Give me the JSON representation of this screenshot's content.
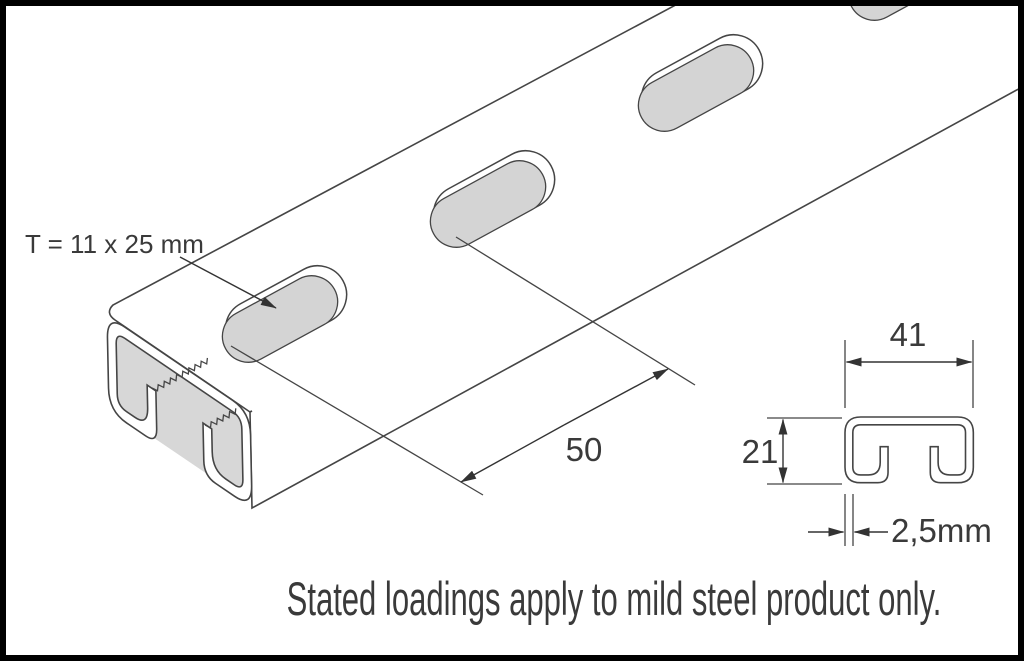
{
  "figure": {
    "labels": {
      "slot_size": "T = 11 x 25 mm",
      "slot_pitch": "50",
      "section_width": "41",
      "section_height": "21",
      "wall_thickness": "2,5mm"
    },
    "caption": "Stated loadings apply to mild steel product only.",
    "colors": {
      "line": "#454545",
      "frame": "#000000",
      "background": "#ffffff",
      "face_top": "#e9e9e9",
      "face_side": "#ececec",
      "slot_floor": "#d4d4d4",
      "end_interior": "#d7d7d7",
      "metal_cut": "#ffffff"
    }
  }
}
